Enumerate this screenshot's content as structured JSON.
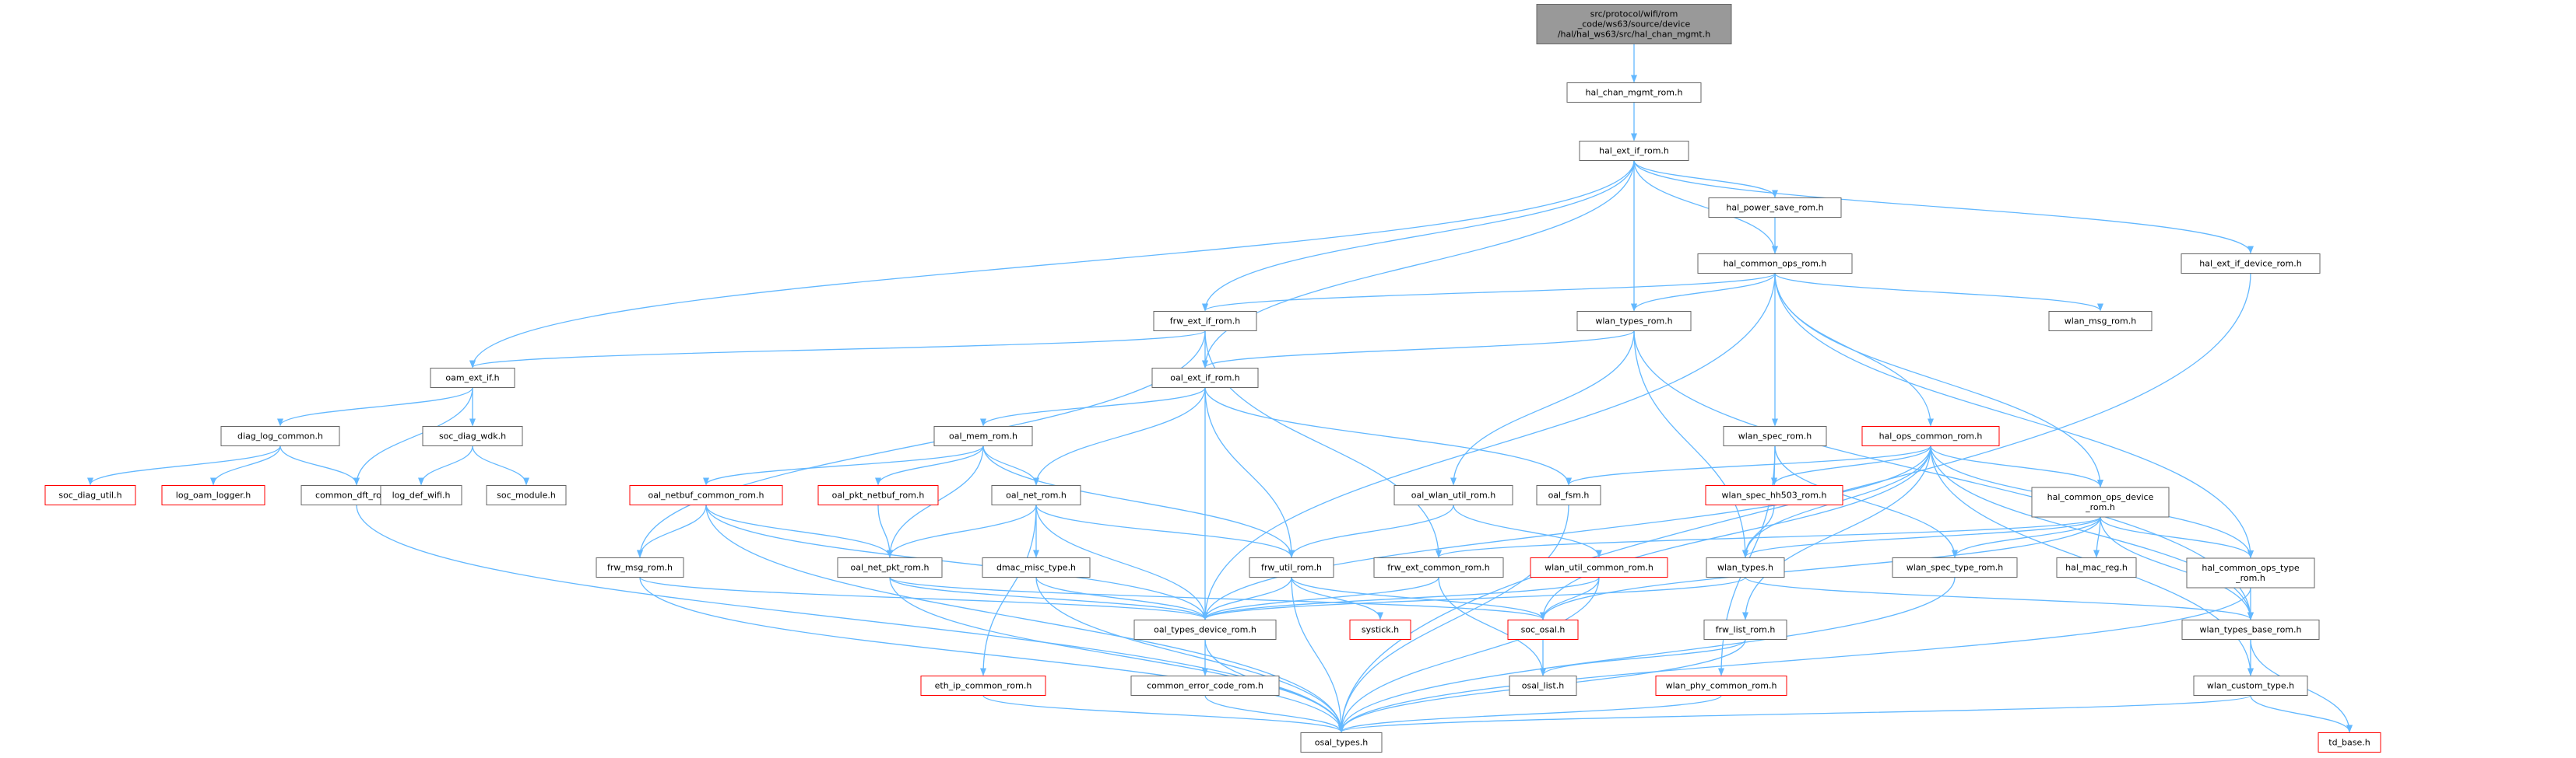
{
  "colors": {
    "edge": "#63b8ff",
    "node_border": "#666666",
    "node_fill": "#ffffff",
    "missing_border": "#ff0000",
    "root_fill": "#999999",
    "text": "#000000"
  },
  "nodes": [
    {
      "id": "root",
      "lines": [
        "src/protocol/wifi/rom",
        "_code/ws63/source/device",
        "/hal/hal_ws63/src/hal_chan_mgmt.h"
      ],
      "style": "root"
    },
    {
      "id": "hal_chan_mgmt_rom",
      "lines": [
        "hal_chan_mgmt_rom.h"
      ],
      "style": "normal"
    },
    {
      "id": "hal_ext_if_rom",
      "lines": [
        "hal_ext_if_rom.h"
      ],
      "style": "normal"
    },
    {
      "id": "hal_power_save_rom",
      "lines": [
        "hal_power_save_rom.h"
      ],
      "style": "normal"
    },
    {
      "id": "hal_ext_if_device_rom",
      "lines": [
        "hal_ext_if_device_rom.h"
      ],
      "style": "normal"
    },
    {
      "id": "hal_common_ops_rom",
      "lines": [
        "hal_common_ops_rom.h"
      ],
      "style": "normal"
    },
    {
      "id": "frw_ext_if_rom",
      "lines": [
        "frw_ext_if_rom.h"
      ],
      "style": "normal"
    },
    {
      "id": "wlan_types_rom",
      "lines": [
        "wlan_types_rom.h"
      ],
      "style": "normal"
    },
    {
      "id": "wlan_msg_rom",
      "lines": [
        "wlan_msg_rom.h"
      ],
      "style": "normal"
    },
    {
      "id": "oam_ext_if",
      "lines": [
        "oam_ext_if.h"
      ],
      "style": "normal"
    },
    {
      "id": "oal_ext_if_rom",
      "lines": [
        "oal_ext_if_rom.h"
      ],
      "style": "normal"
    },
    {
      "id": "diag_log_common",
      "lines": [
        "diag_log_common.h"
      ],
      "style": "normal"
    },
    {
      "id": "soc_diag_wdk",
      "lines": [
        "soc_diag_wdk.h"
      ],
      "style": "normal"
    },
    {
      "id": "oal_mem_rom",
      "lines": [
        "oal_mem_rom.h"
      ],
      "style": "normal"
    },
    {
      "id": "wlan_spec_rom",
      "lines": [
        "wlan_spec_rom.h"
      ],
      "style": "normal"
    },
    {
      "id": "hal_ops_common_rom",
      "lines": [
        "hal_ops_common_rom.h"
      ],
      "style": "missing"
    },
    {
      "id": "soc_diag_util",
      "lines": [
        "soc_diag_util.h"
      ],
      "style": "missing"
    },
    {
      "id": "log_oam_logger",
      "lines": [
        "log_oam_logger.h"
      ],
      "style": "missing"
    },
    {
      "id": "common_dft_rom",
      "lines": [
        "common_dft_rom.h"
      ],
      "style": "normal"
    },
    {
      "id": "log_def_wifi",
      "lines": [
        "log_def_wifi.h"
      ],
      "style": "normal"
    },
    {
      "id": "soc_module",
      "lines": [
        "soc_module.h"
      ],
      "style": "normal"
    },
    {
      "id": "oal_netbuf_common_rom",
      "lines": [
        "oal_netbuf_common_rom.h"
      ],
      "style": "missing"
    },
    {
      "id": "oal_pkt_netbuf_rom",
      "lines": [
        "oal_pkt_netbuf_rom.h"
      ],
      "style": "missing"
    },
    {
      "id": "oal_net_rom",
      "lines": [
        "oal_net_rom.h"
      ],
      "style": "normal"
    },
    {
      "id": "oal_wlan_util_rom",
      "lines": [
        "oal_wlan_util_rom.h"
      ],
      "style": "normal"
    },
    {
      "id": "oal_fsm",
      "lines": [
        "oal_fsm.h"
      ],
      "style": "normal"
    },
    {
      "id": "wlan_spec_hh503_rom",
      "lines": [
        "wlan_spec_hh503_rom.h"
      ],
      "style": "missing"
    },
    {
      "id": "hal_common_ops_device_rom",
      "lines": [
        "hal_common_ops_device",
        "_rom.h"
      ],
      "style": "normal"
    },
    {
      "id": "frw_msg_rom",
      "lines": [
        "frw_msg_rom.h"
      ],
      "style": "normal"
    },
    {
      "id": "oal_net_pkt_rom",
      "lines": [
        "oal_net_pkt_rom.h"
      ],
      "style": "normal"
    },
    {
      "id": "dmac_misc_type",
      "lines": [
        "dmac_misc_type.h"
      ],
      "style": "normal"
    },
    {
      "id": "frw_util_rom",
      "lines": [
        "frw_util_rom.h"
      ],
      "style": "normal"
    },
    {
      "id": "frw_ext_common_rom",
      "lines": [
        "frw_ext_common_rom.h"
      ],
      "style": "normal"
    },
    {
      "id": "wlan_util_common_rom",
      "lines": [
        "wlan_util_common_rom.h"
      ],
      "style": "missing"
    },
    {
      "id": "wlan_types",
      "lines": [
        "wlan_types.h"
      ],
      "style": "normal"
    },
    {
      "id": "wlan_spec_type_rom",
      "lines": [
        "wlan_spec_type_rom.h"
      ],
      "style": "normal"
    },
    {
      "id": "hal_mac_reg",
      "lines": [
        "hal_mac_reg.h"
      ],
      "style": "normal"
    },
    {
      "id": "hal_common_ops_type_rom",
      "lines": [
        "hal_common_ops_type",
        "_rom.h"
      ],
      "style": "normal"
    },
    {
      "id": "oal_types_device_rom",
      "lines": [
        "oal_types_device_rom.h"
      ],
      "style": "normal"
    },
    {
      "id": "systick",
      "lines": [
        "systick.h"
      ],
      "style": "missing"
    },
    {
      "id": "soc_osal",
      "lines": [
        "soc_osal.h"
      ],
      "style": "missing"
    },
    {
      "id": "frw_list_rom",
      "lines": [
        "frw_list_rom.h"
      ],
      "style": "normal"
    },
    {
      "id": "wlan_types_base_rom",
      "lines": [
        "wlan_types_base_rom.h"
      ],
      "style": "normal"
    },
    {
      "id": "eth_ip_common_rom",
      "lines": [
        "eth_ip_common_rom.h"
      ],
      "style": "missing"
    },
    {
      "id": "common_error_code_rom",
      "lines": [
        "common_error_code_rom.h"
      ],
      "style": "normal"
    },
    {
      "id": "osal_list",
      "lines": [
        "osal_list.h"
      ],
      "style": "normal"
    },
    {
      "id": "wlan_phy_common_rom",
      "lines": [
        "wlan_phy_common_rom.h"
      ],
      "style": "missing"
    },
    {
      "id": "wlan_custom_type",
      "lines": [
        "wlan_custom_type.h"
      ],
      "style": "normal"
    },
    {
      "id": "osal_types",
      "lines": [
        "osal_types.h"
      ],
      "style": "normal"
    },
    {
      "id": "td_base",
      "lines": [
        "td_base.h"
      ],
      "style": "missing"
    }
  ],
  "edges": [
    [
      "root",
      "hal_chan_mgmt_rom"
    ],
    [
      "hal_chan_mgmt_rom",
      "hal_ext_if_rom"
    ],
    [
      "hal_ext_if_rom",
      "hal_power_save_rom"
    ],
    [
      "hal_ext_if_rom",
      "hal_ext_if_device_rom"
    ],
    [
      "hal_ext_if_rom",
      "hal_common_ops_rom"
    ],
    [
      "hal_ext_if_rom",
      "frw_ext_if_rom"
    ],
    [
      "hal_ext_if_rom",
      "wlan_types_rom"
    ],
    [
      "hal_ext_if_rom",
      "oam_ext_if"
    ],
    [
      "hal_ext_if_rom",
      "oal_ext_if_rom"
    ],
    [
      "hal_power_save_rom",
      "hal_common_ops_rom"
    ],
    [
      "hal_ext_if_device_rom",
      "osal_types"
    ],
    [
      "hal_common_ops_rom",
      "frw_ext_if_rom"
    ],
    [
      "hal_common_ops_rom",
      "wlan_types_rom"
    ],
    [
      "hal_common_ops_rom",
      "wlan_msg_rom"
    ],
    [
      "hal_common_ops_rom",
      "wlan_spec_rom"
    ],
    [
      "hal_common_ops_rom",
      "hal_ops_common_rom"
    ],
    [
      "hal_common_ops_rom",
      "hal_common_ops_device_rom"
    ],
    [
      "hal_common_ops_rom",
      "hal_common_ops_type_rom"
    ],
    [
      "hal_common_ops_rom",
      "oal_types_device_rom"
    ],
    [
      "frw_ext_if_rom",
      "oam_ext_if"
    ],
    [
      "frw_ext_if_rom",
      "oal_ext_if_rom"
    ],
    [
      "frw_ext_if_rom",
      "frw_msg_rom"
    ],
    [
      "frw_ext_if_rom",
      "frw_ext_common_rom"
    ],
    [
      "wlan_types_rom",
      "oal_ext_if_rom"
    ],
    [
      "wlan_types_rom",
      "oal_wlan_util_rom"
    ],
    [
      "wlan_types_rom",
      "wlan_types"
    ],
    [
      "wlan_types_rom",
      "wlan_types_base_rom"
    ],
    [
      "oam_ext_if",
      "diag_log_common"
    ],
    [
      "oam_ext_if",
      "soc_diag_wdk"
    ],
    [
      "oam_ext_if",
      "common_dft_rom"
    ],
    [
      "diag_log_common",
      "soc_diag_util"
    ],
    [
      "diag_log_common",
      "log_oam_logger"
    ],
    [
      "diag_log_common",
      "common_dft_rom"
    ],
    [
      "soc_diag_wdk",
      "log_def_wifi"
    ],
    [
      "soc_diag_wdk",
      "soc_module"
    ],
    [
      "common_dft_rom",
      "osal_types"
    ],
    [
      "oal_ext_if_rom",
      "oal_mem_rom"
    ],
    [
      "oal_ext_if_rom",
      "oal_net_rom"
    ],
    [
      "oal_ext_if_rom",
      "oal_fsm"
    ],
    [
      "oal_ext_if_rom",
      "frw_util_rom"
    ],
    [
      "oal_ext_if_rom",
      "oal_types_device_rom"
    ],
    [
      "oal_mem_rom",
      "oal_netbuf_common_rom"
    ],
    [
      "oal_mem_rom",
      "oal_pkt_netbuf_rom"
    ],
    [
      "oal_mem_rom",
      "oal_net_rom"
    ],
    [
      "oal_mem_rom",
      "oal_net_pkt_rom"
    ],
    [
      "oal_mem_rom",
      "frw_util_rom"
    ],
    [
      "oal_netbuf_common_rom",
      "frw_msg_rom"
    ],
    [
      "oal_netbuf_common_rom",
      "oal_net_pkt_rom"
    ],
    [
      "oal_netbuf_common_rom",
      "oal_types_device_rom"
    ],
    [
      "oal_netbuf_common_rom",
      "osal_types"
    ],
    [
      "oal_pkt_netbuf_rom",
      "oal_net_pkt_rom"
    ],
    [
      "oal_net_rom",
      "oal_net_pkt_rom"
    ],
    [
      "oal_net_rom",
      "dmac_misc_type"
    ],
    [
      "oal_net_rom",
      "frw_util_rom"
    ],
    [
      "oal_net_rom",
      "eth_ip_common_rom"
    ],
    [
      "oal_net_rom",
      "oal_types_device_rom"
    ],
    [
      "oal_net_pkt_rom",
      "oal_types_device_rom"
    ],
    [
      "oal_net_pkt_rom",
      "soc_osal"
    ],
    [
      "oal_net_pkt_rom",
      "osal_types"
    ],
    [
      "frw_msg_rom",
      "oal_types_device_rom"
    ],
    [
      "frw_msg_rom",
      "osal_types"
    ],
    [
      "dmac_misc_type",
      "oal_types_device_rom"
    ],
    [
      "dmac_misc_type",
      "osal_types"
    ],
    [
      "frw_util_rom",
      "oal_types_device_rom"
    ],
    [
      "frw_util_rom",
      "systick"
    ],
    [
      "frw_util_rom",
      "soc_osal"
    ],
    [
      "frw_util_rom",
      "osal_types"
    ],
    [
      "frw_ext_common_rom",
      "oal_types_device_rom"
    ],
    [
      "frw_ext_common_rom",
      "osal_list"
    ],
    [
      "oal_wlan_util_rom",
      "frw_util_rom"
    ],
    [
      "oal_wlan_util_rom",
      "wlan_util_common_rom"
    ],
    [
      "wlan_util_common_rom",
      "oal_types_device_rom"
    ],
    [
      "wlan_util_common_rom",
      "soc_osal"
    ],
    [
      "wlan_util_common_rom",
      "osal_types"
    ],
    [
      "oal_fsm",
      "osal_types"
    ],
    [
      "wlan_spec_rom",
      "wlan_spec_hh503_rom"
    ],
    [
      "wlan_spec_rom",
      "wlan_spec_type_rom"
    ],
    [
      "wlan_spec_rom",
      "wlan_phy_common_rom"
    ],
    [
      "wlan_spec_hh503_rom",
      "wlan_types"
    ],
    [
      "hal_ops_common_rom",
      "oal_fsm"
    ],
    [
      "hal_ops_common_rom",
      "wlan_spec_hh503_rom"
    ],
    [
      "hal_ops_common_rom",
      "hal_common_ops_device_rom"
    ],
    [
      "hal_ops_common_rom",
      "wlan_types"
    ],
    [
      "hal_ops_common_rom",
      "frw_list_rom"
    ],
    [
      "hal_ops_common_rom",
      "hal_common_ops_type_rom"
    ],
    [
      "hal_ops_common_rom",
      "oal_types_device_rom"
    ],
    [
      "hal_ops_common_rom",
      "wlan_types_base_rom"
    ],
    [
      "hal_ops_common_rom",
      "wlan_custom_type"
    ],
    [
      "hal_ops_common_rom",
      "soc_osal"
    ],
    [
      "hal_common_ops_device_rom",
      "frw_ext_common_rom"
    ],
    [
      "hal_common_ops_device_rom",
      "wlan_types"
    ],
    [
      "hal_common_ops_device_rom",
      "wlan_spec_type_rom"
    ],
    [
      "hal_common_ops_device_rom",
      "hal_mac_reg"
    ],
    [
      "hal_common_ops_device_rom",
      "hal_common_ops_type_rom"
    ],
    [
      "hal_common_ops_device_rom",
      "wlan_types_base_rom"
    ],
    [
      "hal_common_ops_device_rom",
      "soc_osal"
    ],
    [
      "wlan_types",
      "oal_types_device_rom"
    ],
    [
      "wlan_types",
      "wlan_types_base_rom"
    ],
    [
      "wlan_spec_type_rom",
      "osal_types"
    ],
    [
      "hal_common_ops_type_rom",
      "wlan_types_base_rom"
    ],
    [
      "hal_common_ops_type_rom",
      "osal_types"
    ],
    [
      "oal_types_device_rom",
      "common_error_code_rom"
    ],
    [
      "oal_types_device_rom",
      "osal_types"
    ],
    [
      "soc_osal",
      "osal_list"
    ],
    [
      "frw_list_rom",
      "osal_list"
    ],
    [
      "frw_list_rom",
      "osal_types"
    ],
    [
      "wlan_types_base_rom",
      "wlan_custom_type"
    ],
    [
      "wlan_types_base_rom",
      "td_base"
    ],
    [
      "eth_ip_common_rom",
      "osal_types"
    ],
    [
      "common_error_code_rom",
      "osal_types"
    ],
    [
      "wlan_phy_common_rom",
      "osal_types"
    ],
    [
      "wlan_custom_type",
      "osal_types"
    ],
    [
      "wlan_custom_type",
      "td_base"
    ]
  ]
}
